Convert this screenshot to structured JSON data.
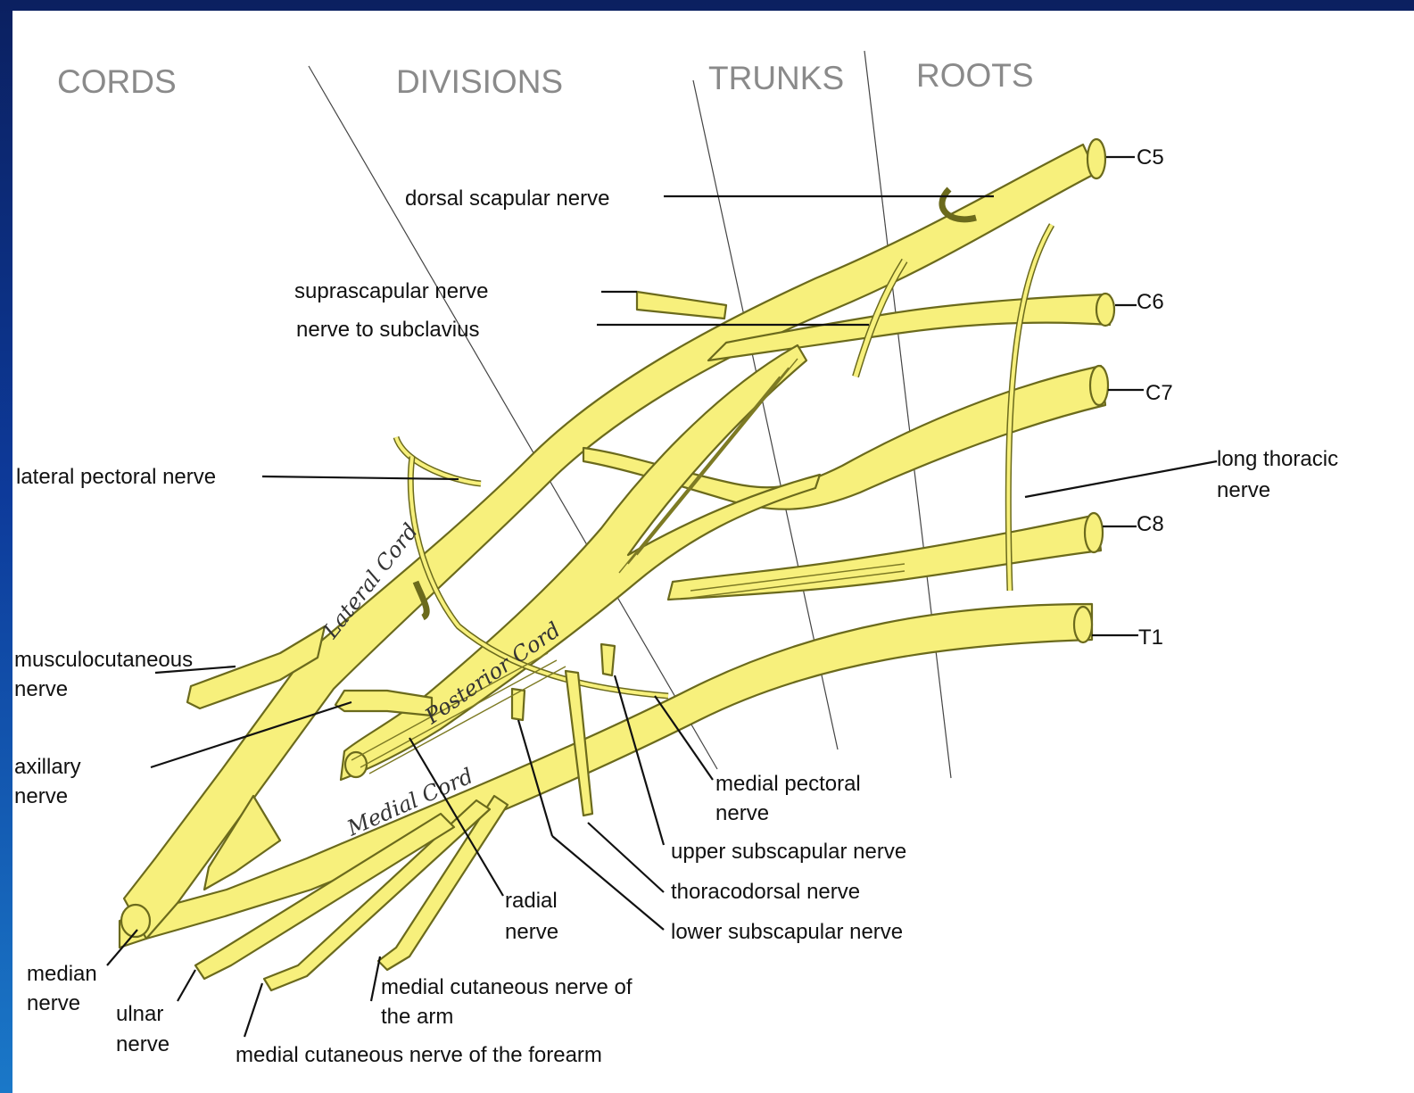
{
  "columns": {
    "cords": "CORDS",
    "divisions": "DIVISIONS",
    "trunks": "TRUNKS",
    "roots": "ROOTS"
  },
  "roots": {
    "c5": "C5",
    "c6": "C6",
    "c7": "C7",
    "c8": "C8",
    "t1": "T1"
  },
  "cords": {
    "lateral": "Lateral Cord",
    "posterior": "Posterior Cord",
    "medial": "Medial Cord"
  },
  "labels": {
    "dorsal_scapular": "dorsal scapular nerve",
    "suprascapular": "suprascapular nerve",
    "subclavius": "nerve to subclavius",
    "lateral_pectoral": "lateral pectoral nerve",
    "long_thoracic_1": "long thoracic",
    "long_thoracic_2": "nerve",
    "musculocutaneous_1": "musculocutaneous",
    "musculocutaneous_2": "nerve",
    "axillary_1": "axillary",
    "axillary_2": "nerve",
    "medial_pectoral_1": "medial pectoral",
    "medial_pectoral_2": "nerve",
    "upper_subscapular": "upper subscapular nerve",
    "thoracodorsal": "thoracodorsal nerve",
    "lower_subscapular": "lower subscapular nerve",
    "radial_1": "radial",
    "radial_2": "nerve",
    "median_1": "median",
    "median_2": "nerve",
    "ulnar_1": "ulnar",
    "ulnar_2": "nerve",
    "med_cut_arm_1": "medial cutaneous nerve of",
    "med_cut_arm_2": "the arm",
    "med_cut_forearm": "medial cutaneous nerve of the forearm"
  },
  "colors": {
    "nerve_fill": "#f7f07c",
    "nerve_outline": "#6b6a1c",
    "background_frame": "#0d3a9a"
  }
}
